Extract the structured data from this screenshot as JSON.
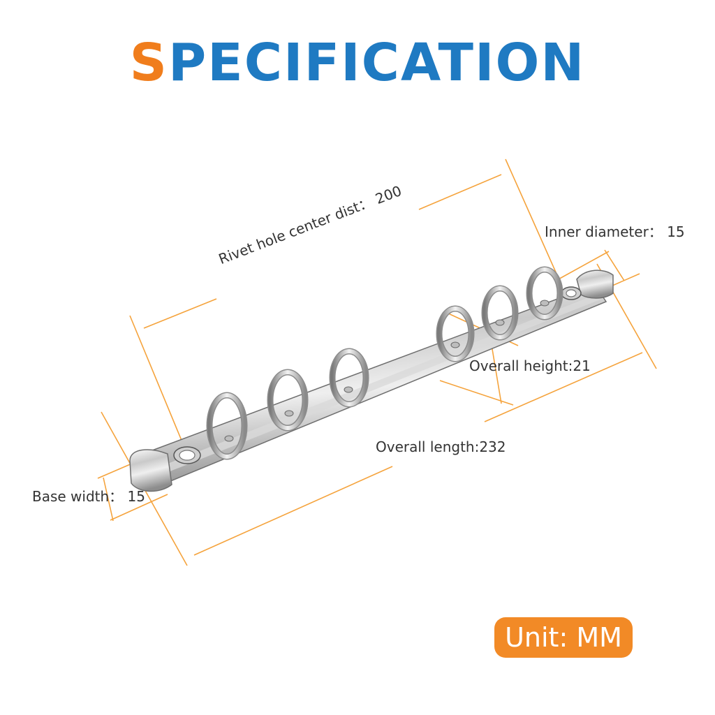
{
  "title": {
    "first_letter": "S",
    "rest": "PECIFICATION"
  },
  "dimensions": {
    "rivet_hole": "Rivet hole center dist： 200",
    "inner_diameter": "Inner diameter： 15",
    "overall_height": "Overall height:21",
    "overall_length": "Overall length:232",
    "base_width": "Base width： 15"
  },
  "unit": "Unit: MM",
  "colors": {
    "accent_orange": "#f07d1c",
    "title_blue": "#1f7ac2",
    "dimension_line": "#f5a33c",
    "badge": "#f28a26"
  },
  "product": {
    "ring_count": 6
  }
}
